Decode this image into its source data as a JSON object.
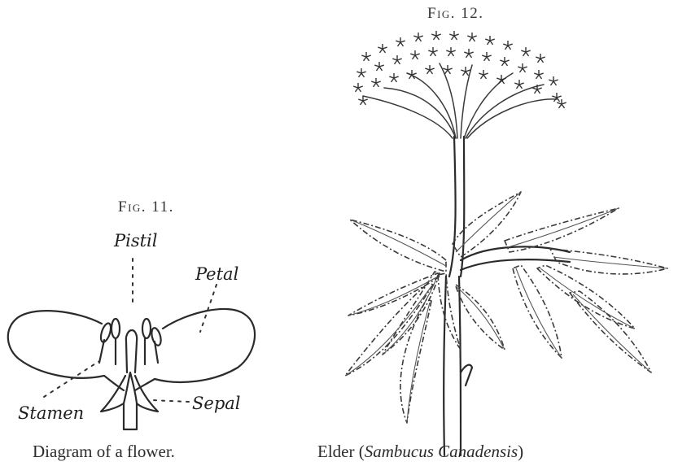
{
  "figure_11": {
    "label": "Fig. 11.",
    "caption": "Diagram of a flower.",
    "parts": {
      "pistil": "Pistil",
      "petal": "Petal",
      "stamen": "Stamen",
      "sepal": "Sepal"
    }
  },
  "figure_12": {
    "label": "Fig. 12.",
    "caption_prefix": "Elder (",
    "caption_italic": "Sambucus Canadensis",
    "caption_suffix": ")"
  }
}
